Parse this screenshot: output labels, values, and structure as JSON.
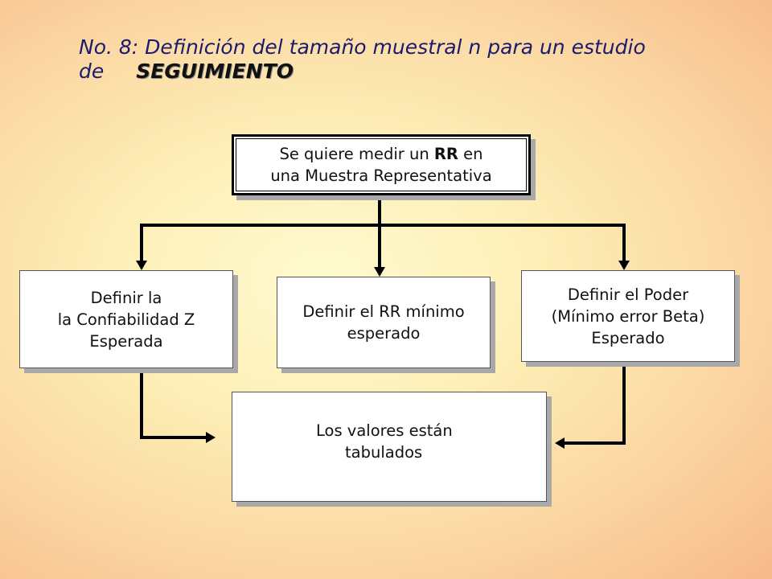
{
  "title": {
    "prefix": "No. 8:  Definición del tamaño muestral  n  para un estudio",
    "line2_prefix": "de",
    "emphasis": "SEGUIMIENTO"
  },
  "boxes": {
    "top": {
      "pre": "Se quiere medir un ",
      "bold": "RR",
      "post": " en",
      "line2": "una Muestra Representativa"
    },
    "left": {
      "lines": [
        "Definir la",
        "la Confiabilidad Z",
        "Esperada"
      ]
    },
    "middle": {
      "lines": [
        "Definir el RR mínimo",
        "esperado"
      ]
    },
    "right": {
      "lines": [
        "Definir el Poder",
        "(Mínimo error Beta)",
        "Esperado"
      ]
    },
    "bottom": {
      "lines": [
        "Los valores están",
        "tabulados"
      ]
    }
  },
  "colors": {
    "title": "#1a1a6e",
    "connector": "#000000",
    "box_shadow": "#a9a9a9"
  }
}
